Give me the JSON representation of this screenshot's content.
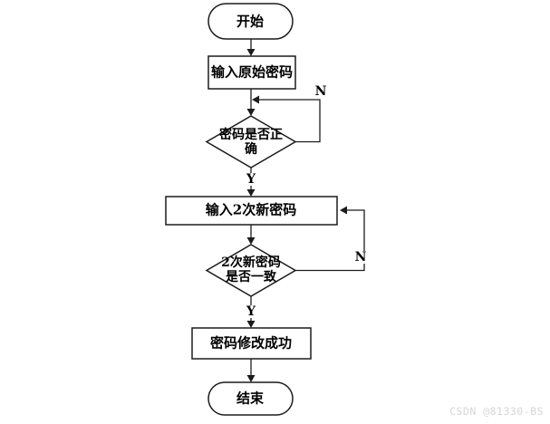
{
  "flowchart": {
    "start": "开始",
    "input_original": "输入原始密码",
    "check_password_line1": "密码是否正",
    "check_password_line2": "确",
    "input_new": "输入2次新密码",
    "check_match_line1": "2次新密码",
    "check_match_line2": "是否一致",
    "success": "密码修改成功",
    "end": "结束",
    "label_n1": "N",
    "label_y1": "Y",
    "label_n2": "N",
    "label_y2": "Y",
    "colors": {
      "line": "#1c1c1c",
      "text": "#000000",
      "background": "#ffffff"
    }
  },
  "watermark": {
    "text": "CSDN @81330-BS",
    "color": "#d6d6d6"
  }
}
